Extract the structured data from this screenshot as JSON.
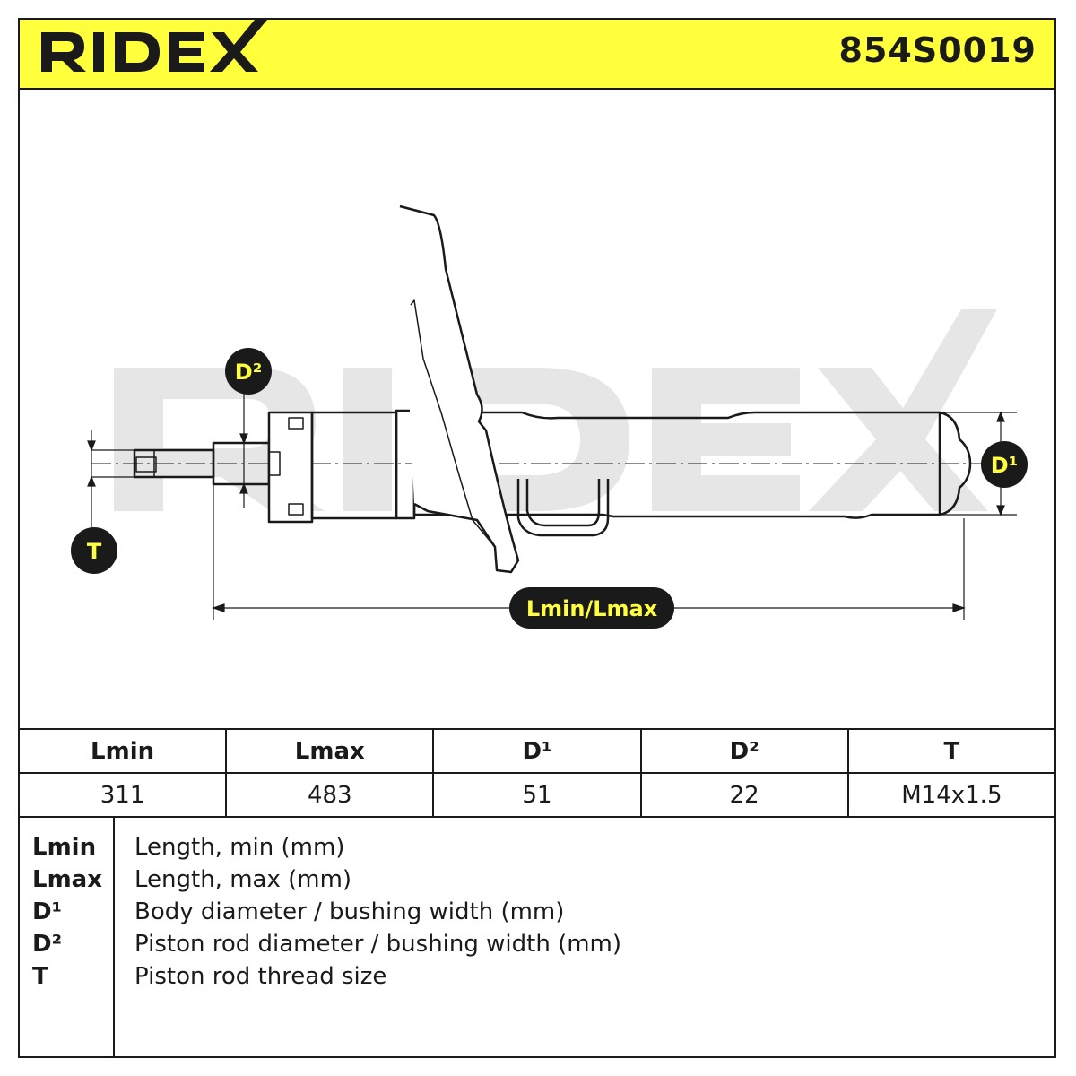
{
  "header": {
    "brand": "RIDEX",
    "part_number": "854S0019"
  },
  "drawing": {
    "watermark": "RIDEX",
    "label_d2": "D²",
    "label_d1": "D¹",
    "label_t": "T",
    "label_length": "Lmin/Lmax"
  },
  "specs": {
    "headers": [
      "Lmin",
      "Lmax",
      "D¹",
      "D²",
      "T"
    ],
    "values": [
      "311",
      "483",
      "51",
      "22",
      "M14x1.5"
    ]
  },
  "legend": [
    {
      "key": "Lmin",
      "desc": "Length, min (mm)"
    },
    {
      "key": "Lmax",
      "desc": "Length, max (mm)"
    },
    {
      "key": "D¹",
      "desc": "Body diameter / bushing width (mm)"
    },
    {
      "key": "D²",
      "desc": "Piston rod diameter / bushing width (mm)"
    },
    {
      "key": "T",
      "desc": "Piston rod thread size"
    }
  ],
  "colors": {
    "header_bg": "#ffff3b",
    "line": "#1a1a1a",
    "watermark": "#e6e6e6",
    "badge_text": "#ffff3b"
  }
}
